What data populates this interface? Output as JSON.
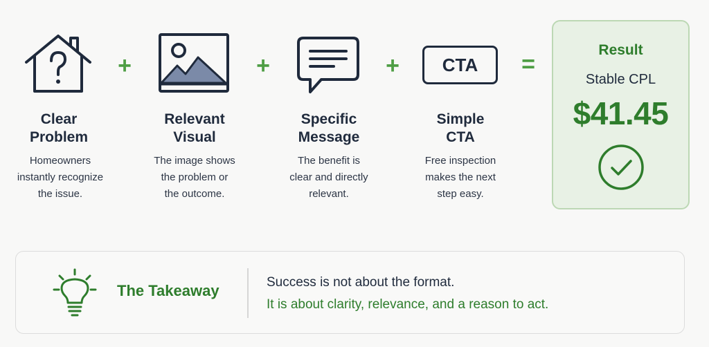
{
  "steps": [
    {
      "icon": "house-question-icon",
      "title": "Clear\nProblem",
      "description": "Homeowners\ninstantly recognize\nthe issue."
    },
    {
      "icon": "image-icon",
      "title": "Relevant\nVisual",
      "description": "The image shows\nthe problem or\nthe outcome."
    },
    {
      "icon": "speech-bubble-icon",
      "title": "Specific\nMessage",
      "description": "The benefit is\nclear and directly\nrelevant."
    },
    {
      "icon": "cta-button-icon",
      "cta_text": "CTA",
      "title": "Simple\nCTA",
      "description": "Free inspection\nmakes the next\nstep easy."
    }
  ],
  "operators": {
    "plus": "+",
    "equals": "="
  },
  "result": {
    "label": "Result",
    "metric": "Stable CPL",
    "value": "$41.45",
    "icon": "check-circle-icon"
  },
  "takeaway": {
    "icon": "lightbulb-icon",
    "title": "The Takeaway",
    "line1": "Success is not about the format.",
    "line2": "It is about clarity, relevance, and a reason to act."
  },
  "colors": {
    "accent_green": "#2e7d2c",
    "plus_green": "#4f9e45",
    "ink": "#1f2a3c",
    "result_bg": "#e8f1e5"
  }
}
